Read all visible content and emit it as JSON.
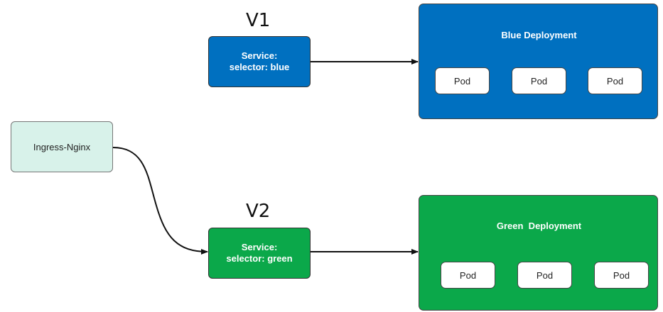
{
  "ingress": {
    "label": "Ingress-Nginx"
  },
  "v1": {
    "version_label": "V1",
    "service_line1": "Service:",
    "service_line2": "selector: blue",
    "deployment_title": "Blue Deployment",
    "pods": [
      "Pod",
      "Pod",
      "Pod"
    ]
  },
  "v2": {
    "version_label": "V2",
    "service_line1": "Service:",
    "service_line2": "selector: green",
    "deployment_title": "Green  Deployment",
    "pods": [
      "Pod",
      "Pod",
      "Pod"
    ]
  },
  "colors": {
    "blue": "#0070c0",
    "green": "#0ba84a",
    "ingress_fill": "#d8f2ea"
  }
}
